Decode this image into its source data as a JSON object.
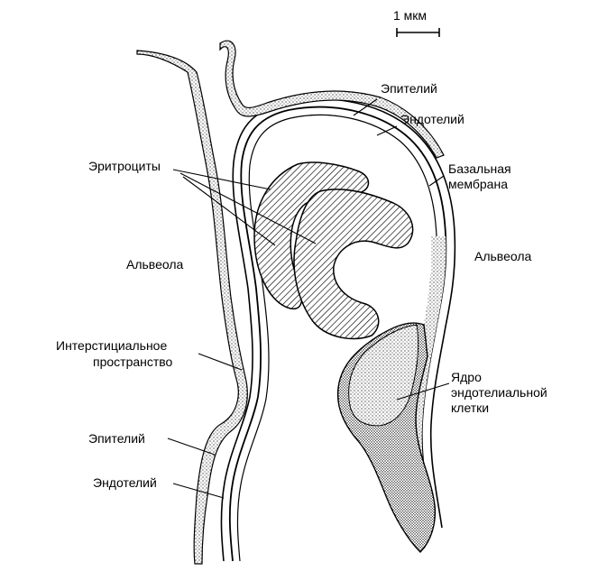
{
  "scale": {
    "label": "1 мкм"
  },
  "labels": {
    "epithelium_top": "Эпителий",
    "endothelium_top": "Эндотелий",
    "basal_1": "Базальная",
    "basal_2": "мембрана",
    "erythrocytes": "Эритроциты",
    "alveola_left": "Альвеола",
    "alveola_right": "Альвеола",
    "interstitial_1": "Интерстициальное",
    "interstitial_2": "пространство",
    "nucleus_1": "Ядро",
    "nucleus_2": "эндотелиальной",
    "nucleus_3": "клетки",
    "epithelium_bottom": "Эпителий",
    "endothelium_bottom": "Эндотелий"
  }
}
